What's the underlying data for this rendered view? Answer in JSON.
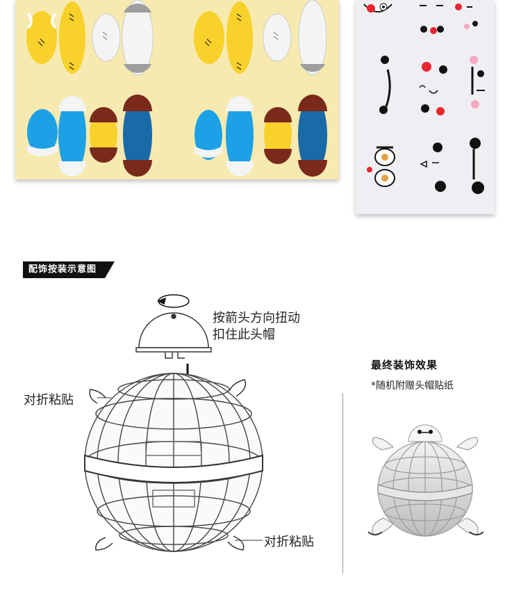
{
  "colors": {
    "sheet_yellow": "#f6eab0",
    "sheet_light": "#efeef2",
    "sticker_yellow": "#f8d12a",
    "sticker_blue": "#1da1e6",
    "sticker_navy": "#1b6aa8",
    "sticker_brown": "#7a2a1a",
    "sticker_white": "#f4f4f4",
    "sticker_gray": "#9e9e9e",
    "face_red": "#e8262f",
    "face_pink": "#f6a7c1",
    "ink_black": "#111111"
  },
  "section": {
    "title": "配饰按装示意图"
  },
  "diagram": {
    "instruction_line1": "按箭头方向扭动",
    "instruction_line2": "扣住此头帽",
    "fold_label_left": "对折粘贴",
    "fold_label_bottom": "对折粘贴"
  },
  "result": {
    "title": "最终装饰效果",
    "note": "*随机附赠头帽贴纸"
  }
}
